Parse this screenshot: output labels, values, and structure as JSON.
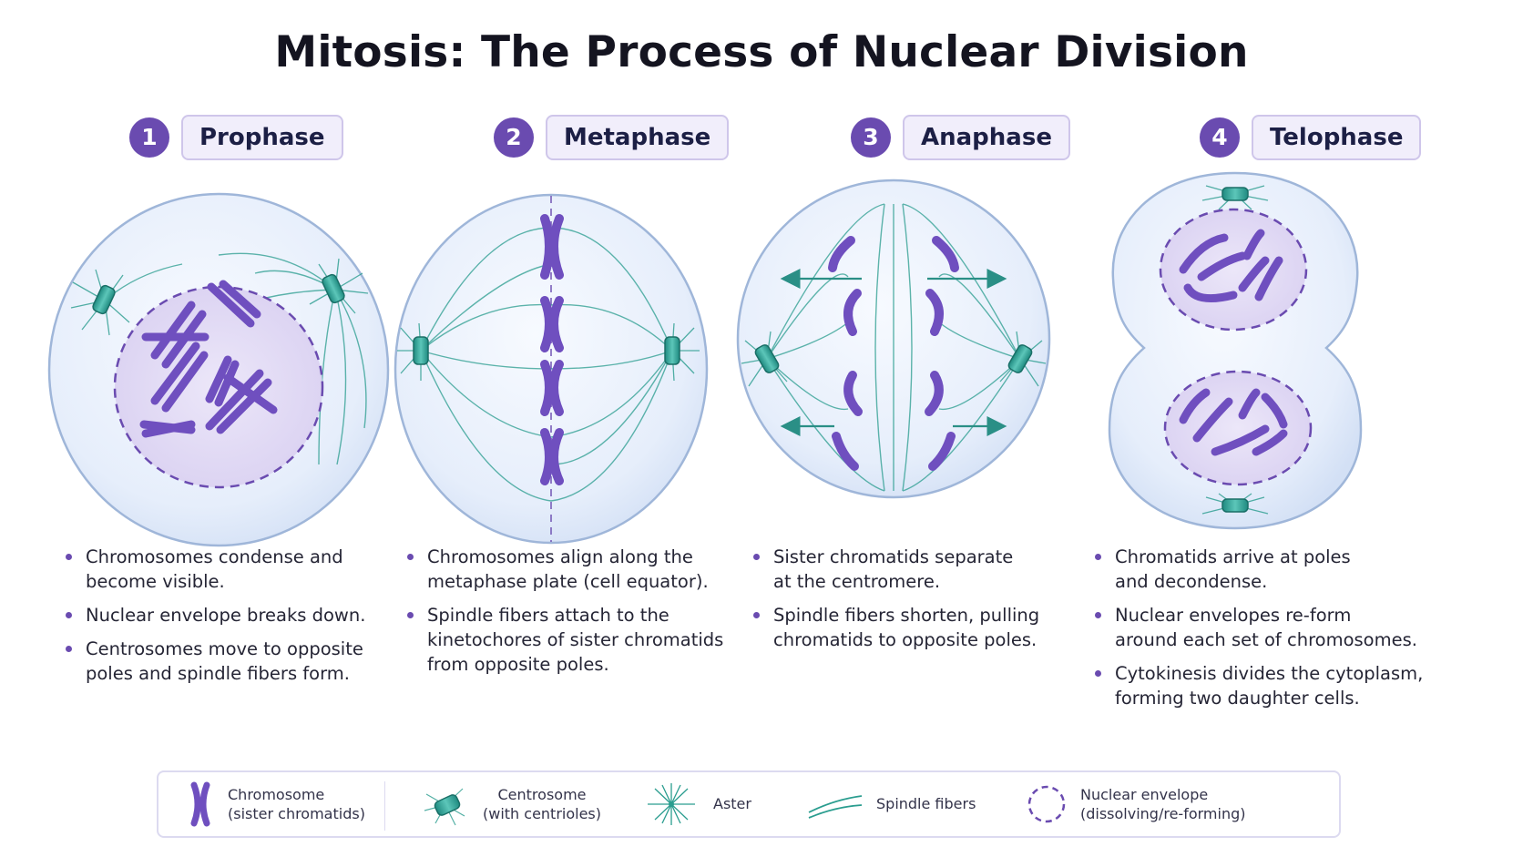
{
  "title": "Mitosis: The Process of Nuclear Division",
  "phases": [
    {
      "number": "1",
      "name": "Prophase",
      "bullets": [
        [
          "Chromosomes condense and",
          "become visible."
        ],
        [
          "Nuclear envelope breaks down."
        ],
        [
          "Centrosomes move to opposite",
          "poles and spindle fibers form."
        ]
      ]
    },
    {
      "number": "2",
      "name": "Metaphase",
      "bullets": [
        [
          "Chromosomes align along the",
          "metaphase plate (cell equator)."
        ],
        [
          "Spindle fibers attach to the",
          "kinetochores of sister chromatids",
          "from opposite poles."
        ]
      ]
    },
    {
      "number": "3",
      "name": "Anaphase",
      "bullets": [
        [
          "Sister chromatids separate",
          "at the centromere."
        ],
        [
          "Spindle fibers shorten, pulling",
          "chromatids to opposite poles."
        ]
      ]
    },
    {
      "number": "4",
      "name": "Telophase",
      "bullets": [
        [
          "Chromatids arrive at poles",
          "and decondense."
        ],
        [
          "Nuclear envelopes re-form",
          "around each set of chromosomes."
        ],
        [
          "Cytokinesis divides the cytoplasm,",
          "forming two daughter cells."
        ]
      ]
    }
  ],
  "legend": [
    {
      "icon": "chromosome-icon",
      "line1": "Chromosome",
      "line2": "(sister chromatids)"
    },
    {
      "icon": "centrosome-icon",
      "line1": "Centrosome",
      "line2": "(with centrioles)"
    },
    {
      "icon": "aster-icon",
      "line1": "Aster",
      "line2": ""
    },
    {
      "icon": "spindle-fibers-icon",
      "line1": "Spindle fibers",
      "line2": ""
    },
    {
      "icon": "nuclear-envelope-icon",
      "line1": "Nuclear envelope",
      "line2": "(dissolving/re-forming)"
    }
  ],
  "colors": {
    "accent": "#6a4bb0",
    "chromosome": "#7b5cc4",
    "fiber": "#2a9d8f",
    "cell_fill": "#e8f0fb",
    "cell_stroke": "#9fb6d9",
    "nucleus_fill": "#e3ddf5"
  }
}
